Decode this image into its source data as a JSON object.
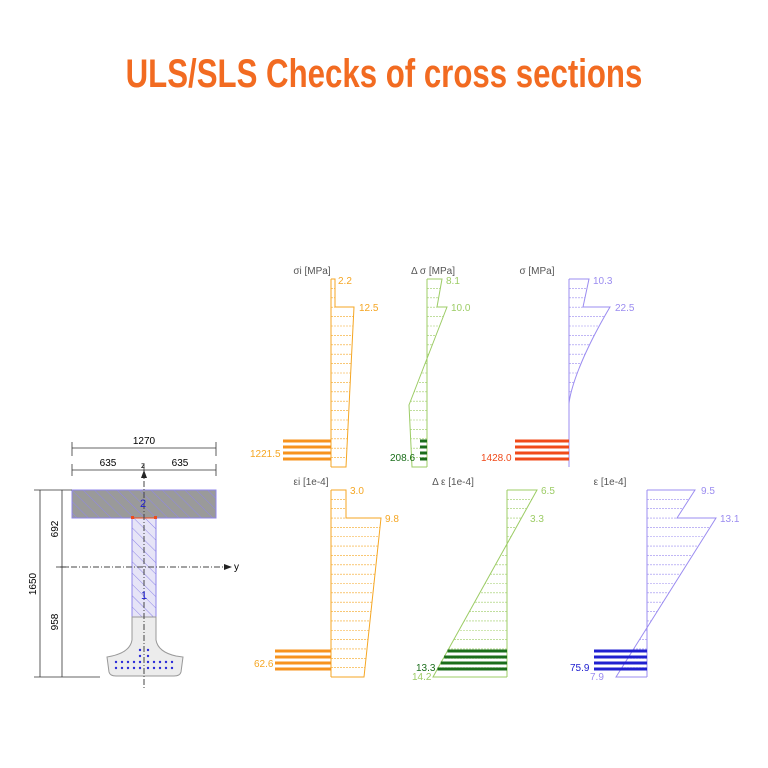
{
  "title": "ULS/SLS Checks of cross sections",
  "section": {
    "dim_total_width": "1270",
    "dim_half_left": "635",
    "dim_half_right": "635",
    "dim_height": "1650",
    "dim_top": "692",
    "dim_bottom": "958",
    "axis_y": "y",
    "axis_z": "z",
    "part1": "1",
    "part2": "2"
  },
  "diagrams": {
    "sigma_i": {
      "title": "σi [MPa]",
      "top": "2.2",
      "mid": "12.5",
      "tendon": "1221.5",
      "color": "#f5a623"
    },
    "delta_sigma": {
      "title": "Δ σ [MPa]",
      "top": "8.1",
      "mid": "10.0",
      "tendon": "208.6",
      "color": "#9ccc65"
    },
    "sigma": {
      "title": "σ [MPa]",
      "top": "10.3",
      "mid": "22.5",
      "tendon": "1428.0",
      "color": "#9b8cf0"
    },
    "eps_i": {
      "title": "εi [1e-4]",
      "top": "3.0",
      "mid": "9.8",
      "tendon": "62.6",
      "color": "#f5a623"
    },
    "delta_eps": {
      "title": "Δ ε [1e-4]",
      "top": "6.5",
      "mid": "3.3",
      "tendon": "13.3",
      "bottom": "14.2",
      "color": "#9ccc65"
    },
    "eps": {
      "title": "ε [1e-4]",
      "top": "9.5",
      "mid": "13.1",
      "tendon": "75.9",
      "bottom": "7.9",
      "color": "#9b8cf0"
    }
  }
}
